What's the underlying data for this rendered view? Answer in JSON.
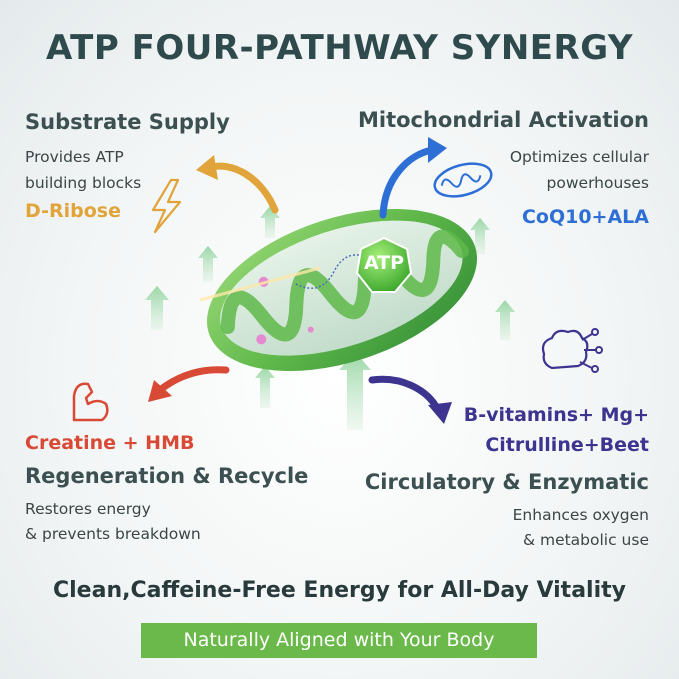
{
  "title": "ATP FOUR-PATHWAY SYNERGY",
  "center_label": "ATP",
  "substrate": {
    "heading": "Substrate Supply",
    "desc1": "Provides ATP",
    "desc2": "building blocks",
    "ingredient": "D-Ribose",
    "icon": "lightning-icon"
  },
  "mito": {
    "heading": "Mitochondrial Activation",
    "desc1": "Optimizes cellular",
    "desc2": "powerhouses",
    "ingredient": "CoQ10+ALA",
    "icon": "mitochondria-icon"
  },
  "regen": {
    "ingredient": "Creatine + HMB",
    "heading": "Regeneration & Recycle",
    "desc1": "Restores energy",
    "desc2": "& prevents breakdown",
    "icon": "muscle-arm-icon"
  },
  "circ": {
    "ingredient1": "B-vitamins+ Mg+",
    "ingredient2": "Citrulline+Beet",
    "heading": "Circulatory & Enzymatic",
    "desc1": "Enhances oxygen",
    "desc2": "& metabolic use",
    "icon": "brain-circuit-icon"
  },
  "footer": "Clean,Caffeine-Free Energy for All-Day Vitality",
  "banner": "Naturally Aligned with Your Body",
  "colors": {
    "title": "#2f4a4c",
    "orange": "#e0a43a",
    "blue": "#2e6fd6",
    "red": "#d84a35",
    "purple": "#3d348f",
    "green": "#6bb94a"
  }
}
